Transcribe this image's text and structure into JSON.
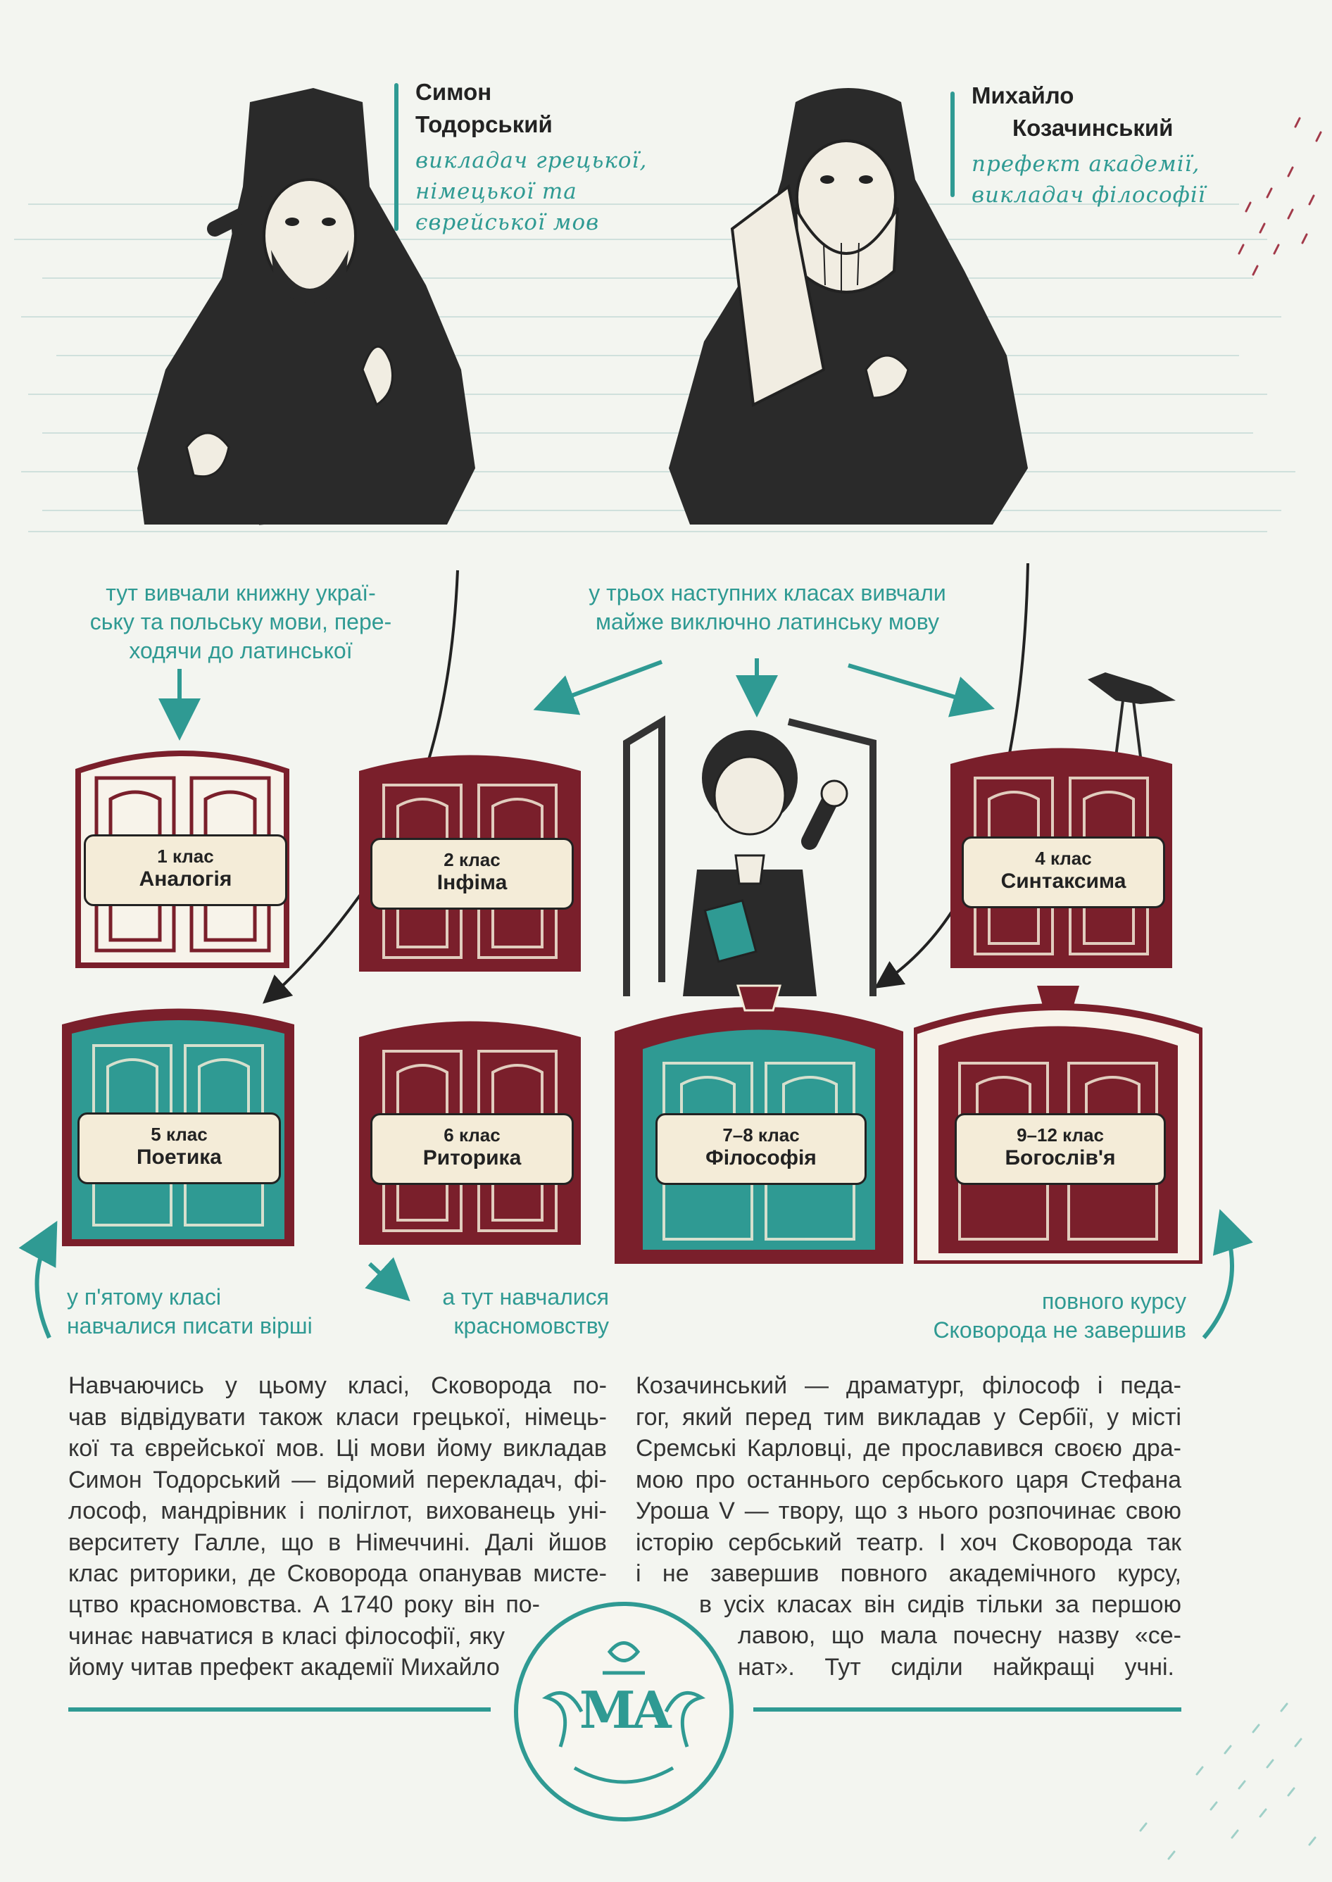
{
  "colors": {
    "teal": "#2f9a93",
    "maroon": "#7a1f2b",
    "ink": "#222222",
    "paper": "#f3f5f0",
    "scroll": "#f4ecd8"
  },
  "portraits": [
    {
      "name_lines": [
        "Симон",
        "Тодорський"
      ],
      "role_lines": [
        "викладач грецької,",
        "німецької та",
        "єврейської мов"
      ]
    },
    {
      "name_lines": [
        "Михайло",
        "Козачинський"
      ],
      "role_lines": [
        "префект академії,",
        "викладач філософії"
      ]
    }
  ],
  "captions": {
    "class1": [
      "тут вивчали книжну украї-",
      "ську та польську мови, пере-",
      "ходячи до латинської"
    ],
    "latin": [
      "у трьох наступних класах вивчали",
      "майже виключно латинську мову"
    ],
    "class5": [
      "у п'ятому класі",
      "навчалися писати вірші"
    ],
    "class6": [
      "а тут навчалися",
      "красномовству"
    ],
    "unfinished": [
      "повного курсу",
      "Сковорода не завершив"
    ]
  },
  "doors": [
    {
      "num": "1 клас",
      "title": "Аналогія",
      "color": "white"
    },
    {
      "num": "2 клас",
      "title": "Інфіма",
      "color": "maroon"
    },
    {
      "num": "4 клас",
      "title": "Синтаксима",
      "color": "maroon"
    },
    {
      "num": "5 клас",
      "title": "Поетика",
      "color": "teal"
    },
    {
      "num": "6 клас",
      "title": "Риторика",
      "color": "maroon"
    },
    {
      "num": "7–8 клас",
      "title": "Філософія",
      "color": "teal"
    },
    {
      "num": "9–12 клас",
      "title": "Богослів'я",
      "color": "maroon"
    }
  ],
  "body_left": [
    "Навчаючись у цьому класі, Сковорода по-",
    "чав відвідувати також класи грецької, німець-",
    "кої та єврейської мов. Ці мови йому викладав",
    "Симон Тодорський — відомий перекладач, фі-",
    "лософ, мандрівник і поліглот, вихованець уні-",
    "верситету Галле, що в Німеччині. Далі йшов",
    "клас риторики, де Сковорода опанував мисте-",
    "цтво красномовства. А 1740 року він по-",
    "чинає навчатися в класі філософії, яку",
    "йому читав префект академії Михайло"
  ],
  "body_right": [
    "Козачинський — драматург, філософ і педа-",
    "гог, який перед тим викладав у Сербії, у місті",
    "Сремські Карловці, де прославився своєю дра-",
    "мою про останнього сербського царя Стефана",
    "Уроша V — твору, що з нього розпочинає свою",
    "історію сербський театр. І хоч Сковорода так",
    "і не завершив повного академічного курсу,",
    "в усіх класах він сидів тільки за першою",
    "лавою, що мала почесну назву «се-",
    "нат». Тут сиділи найкращі учні."
  ],
  "logo_letters": "МА"
}
